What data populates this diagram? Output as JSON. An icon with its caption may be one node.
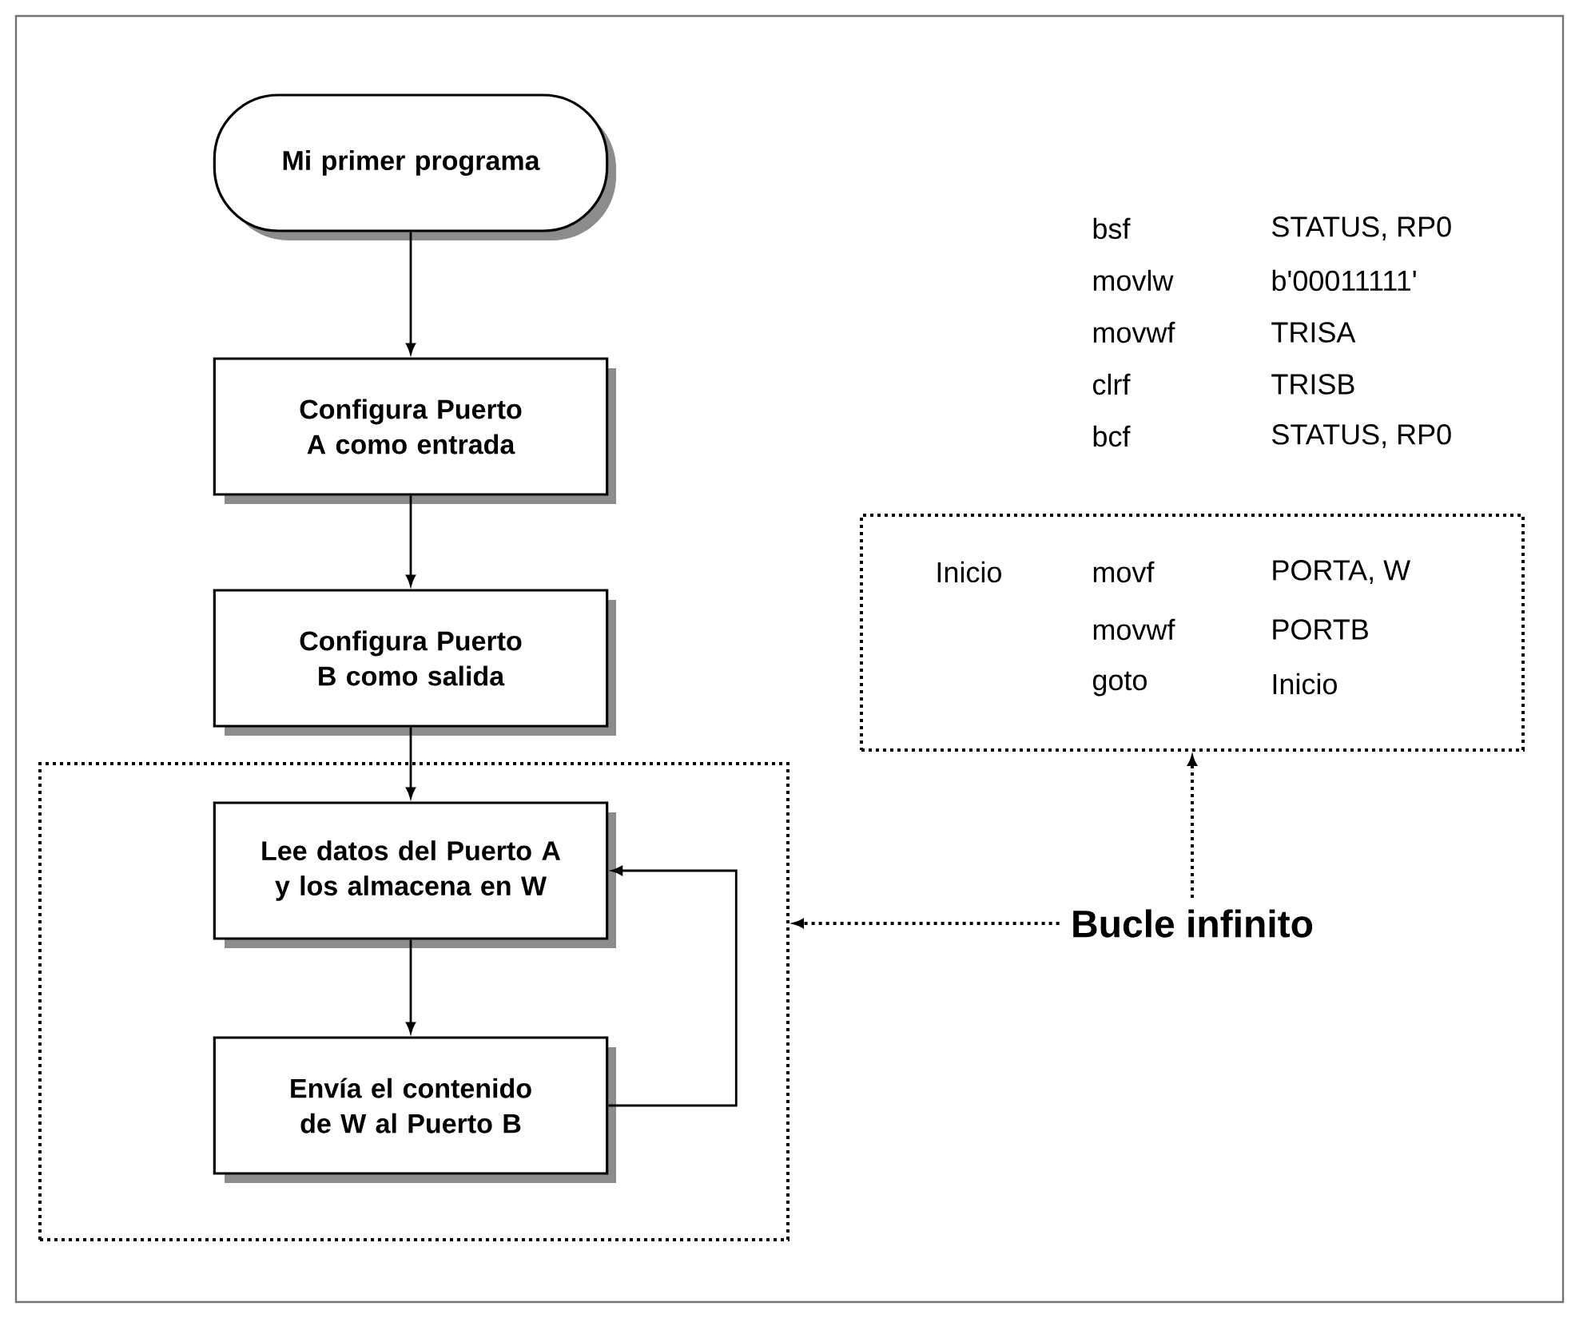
{
  "diagram": {
    "nodes": [
      {
        "text": [
          "Mi primer programa"
        ]
      },
      {
        "text": [
          "Configura Puerto A como entrada"
        ]
      },
      {
        "text": [
          "Configura Puerto B como salida"
        ]
      },
      {
        "text": [],
        "shape": "box"
      },
      {
        "text": [
          "Lee datos del Puerto A y los almacena en W"
        ],
        "in": 3
      },
      {
        "text": [
          "Envía el contenido de W al Puerto B"
        ],
        "in": 3
      },
      {
        "text": [
          "Inicio",
          "movf",
          "PORTA, W",
          "movwf",
          "PORTB",
          "goto",
          "Inicio"
        ]
      },
      {
        "text": [
          "Bucle infinito"
        ]
      }
    ],
    "edges": [
      {
        "from": 0,
        "to": 1,
        "arrow": "to"
      },
      {
        "from": 1,
        "to": 2,
        "arrow": "to"
      },
      {
        "from": 2,
        "to": 4,
        "arrow": "to"
      },
      {
        "from": 4,
        "to": 5,
        "arrow": "to"
      },
      {
        "from": 5,
        "to": 4,
        "arrow": "to"
      },
      {
        "from": 7,
        "to": 3,
        "arrow": "to",
        "style": "dashed"
      },
      {
        "from": 7,
        "to": 6,
        "arrow": "to",
        "style": "dashed"
      }
    ],
    "labels": [
      "bsf",
      "STATUS, RP0",
      "movlw",
      "b'00011111'",
      "movwf",
      "TRISA",
      "clrf",
      "TRISB",
      "bcf",
      "STATUS, RP0"
    ]
  }
}
